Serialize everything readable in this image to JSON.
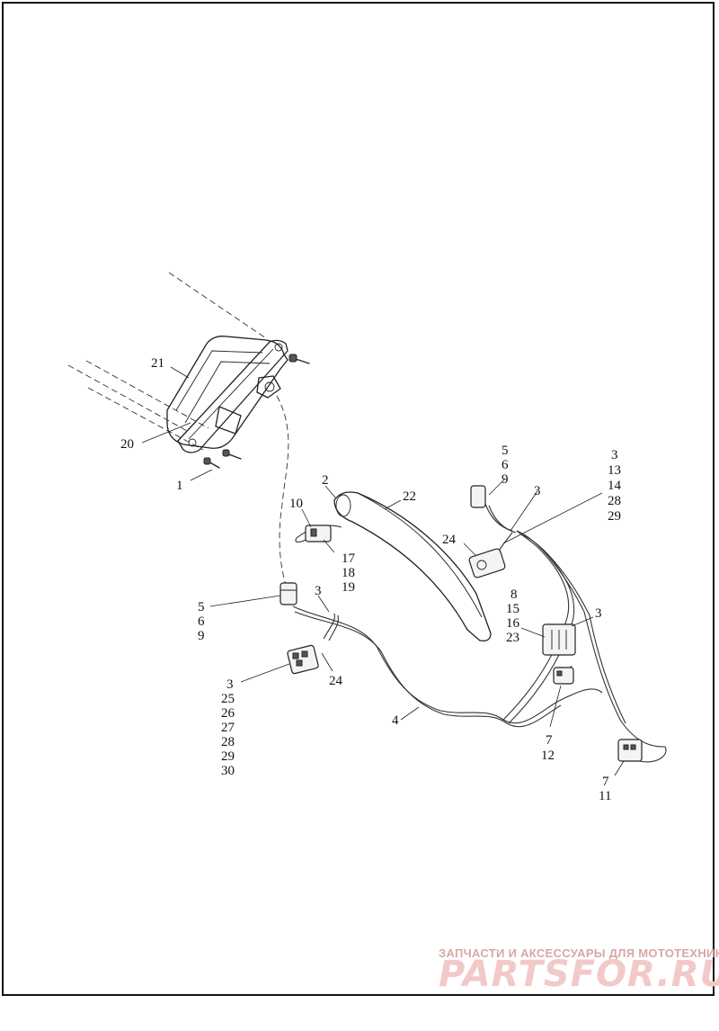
{
  "callouts": [
    {
      "id": "c21",
      "text": "21"
    },
    {
      "id": "c20",
      "text": "20"
    },
    {
      "id": "c1",
      "text": "1"
    },
    {
      "id": "c2",
      "text": "2"
    },
    {
      "id": "c22",
      "text": "22"
    },
    {
      "id": "c10",
      "text": "10"
    },
    {
      "id": "c17",
      "text": "17"
    },
    {
      "id": "c18",
      "text": "18"
    },
    {
      "id": "c19",
      "text": "19"
    },
    {
      "id": "c5a",
      "text": "5"
    },
    {
      "id": "c6a",
      "text": "6"
    },
    {
      "id": "c9a",
      "text": "9"
    },
    {
      "id": "c3a",
      "text": "3"
    },
    {
      "id": "c3b",
      "text": "3"
    },
    {
      "id": "c25",
      "text": "25"
    },
    {
      "id": "c26",
      "text": "26"
    },
    {
      "id": "c27",
      "text": "27"
    },
    {
      "id": "c28a",
      "text": "28"
    },
    {
      "id": "c29a",
      "text": "29"
    },
    {
      "id": "c30",
      "text": "30"
    },
    {
      "id": "c24a",
      "text": "24"
    },
    {
      "id": "c4",
      "text": "4"
    },
    {
      "id": "c5b",
      "text": "5"
    },
    {
      "id": "c6b",
      "text": "6"
    },
    {
      "id": "c9b",
      "text": "9"
    },
    {
      "id": "c3c",
      "text": "3"
    },
    {
      "id": "c24b",
      "text": "24"
    },
    {
      "id": "c3d",
      "text": "3"
    },
    {
      "id": "c13",
      "text": "13"
    },
    {
      "id": "c14",
      "text": "14"
    },
    {
      "id": "c28b",
      "text": "28"
    },
    {
      "id": "c29b",
      "text": "29"
    },
    {
      "id": "c8",
      "text": "8"
    },
    {
      "id": "c15",
      "text": "15"
    },
    {
      "id": "c16",
      "text": "16"
    },
    {
      "id": "c23",
      "text": "23"
    },
    {
      "id": "c3e",
      "text": "3"
    },
    {
      "id": "c7a",
      "text": "7"
    },
    {
      "id": "c12",
      "text": "12"
    },
    {
      "id": "c7b",
      "text": "7"
    },
    {
      "id": "c11",
      "text": "11"
    }
  ],
  "watermark": {
    "tagline": "ЗАПЧАСТИ И АКСЕССУАРЫ ДЛЯ МОТОТЕХНИКИ",
    "logo": "PARTSFOR.RU",
    "color": "#e8b4b4"
  }
}
